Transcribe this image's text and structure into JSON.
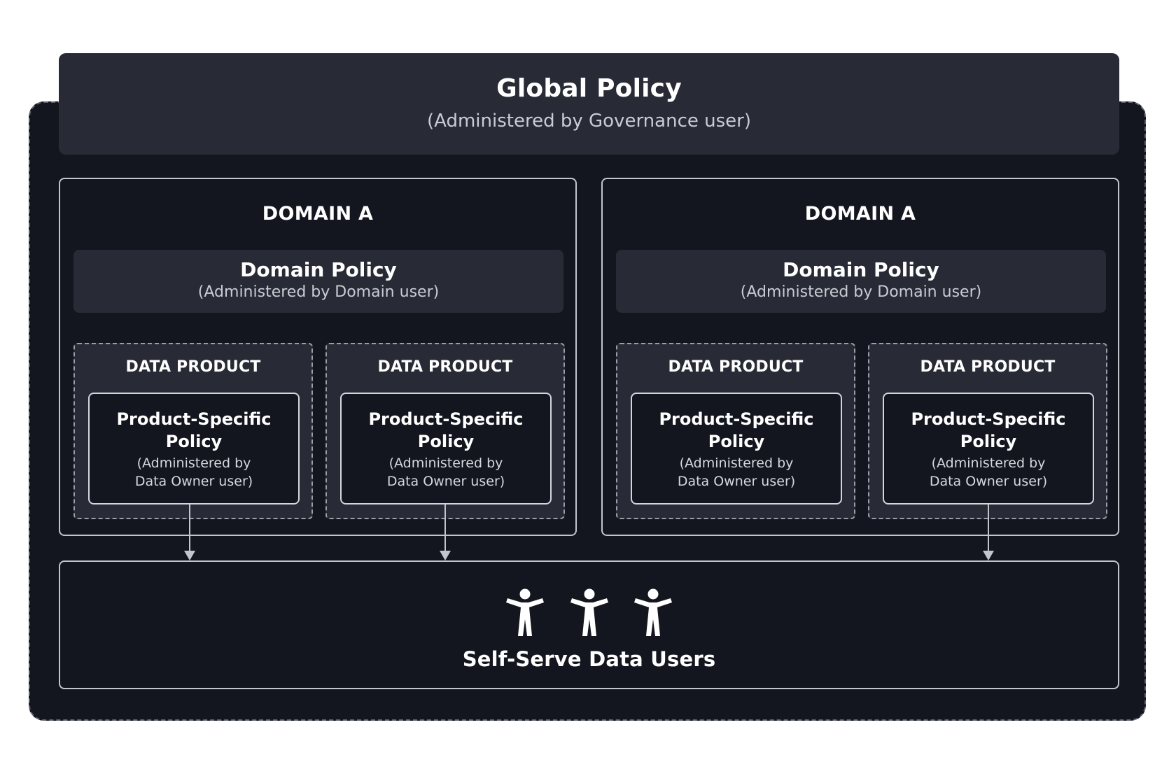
{
  "global_policy": {
    "title": "Global Policy",
    "subtitle": "(Administered by Governance user)"
  },
  "domains": [
    {
      "title": "DOMAIN A",
      "policy": {
        "title": "Domain Policy",
        "subtitle": "(Administered by Domain user)"
      },
      "data_products": [
        {
          "title": "DATA PRODUCT",
          "policy_title": "Product-Specific Policy",
          "policy_subtitle": "(Administered by Data Owner user)"
        },
        {
          "title": "DATA PRODUCT",
          "policy_title": "Product-Specific Policy",
          "policy_subtitle": "(Administered by Data Owner user)"
        }
      ]
    },
    {
      "title": "DOMAIN A",
      "policy": {
        "title": "Domain Policy",
        "subtitle": "(Administered by Domain user)"
      },
      "data_products": [
        {
          "title": "DATA PRODUCT",
          "policy_title": "Product-Specific Policy",
          "policy_subtitle": "(Administered by Data Owner user)"
        },
        {
          "title": "DATA PRODUCT",
          "policy_title": "Product-Specific Policy",
          "policy_subtitle": "(Administered by Data Owner user)"
        }
      ]
    }
  ],
  "users": {
    "label": "Self-Serve Data Users",
    "icon_name": "person-icon",
    "icon_count": 3
  },
  "colors": {
    "background": "#ffffff",
    "container": "#13161e",
    "panel": "#282b35",
    "border": "#c2c5cc",
    "text": "#ffffff"
  }
}
